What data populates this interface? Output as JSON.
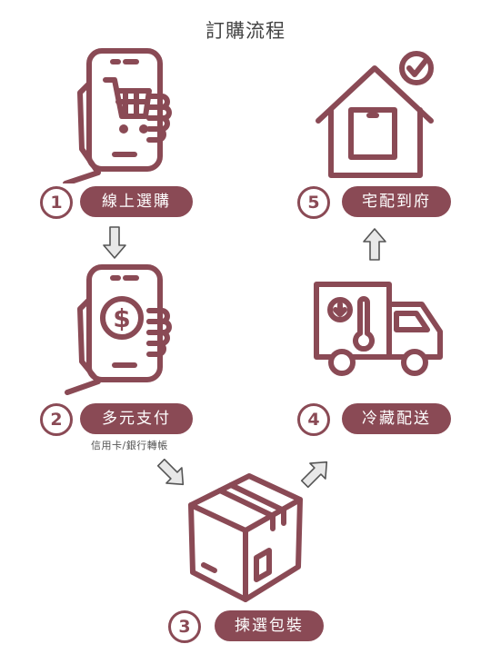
{
  "title": "訂購流程",
  "steps": [
    {
      "number": "1",
      "label": "線上選購"
    },
    {
      "number": "2",
      "label": "多元支付",
      "note": "信用卡/銀行轉帳"
    },
    {
      "number": "3",
      "label": "揀選包裝"
    },
    {
      "number": "4",
      "label": "冷藏配送"
    },
    {
      "number": "5",
      "label": "宅配到府"
    }
  ],
  "colors": {
    "accent": "#8a4a55",
    "arrow_fill": "#e8e8e8",
    "arrow_stroke": "#555555"
  },
  "icons": [
    "phone-cart-icon",
    "phone-payment-icon",
    "box-icon",
    "refrigerated-truck-icon",
    "house-delivered-icon",
    "arrow-icon"
  ]
}
